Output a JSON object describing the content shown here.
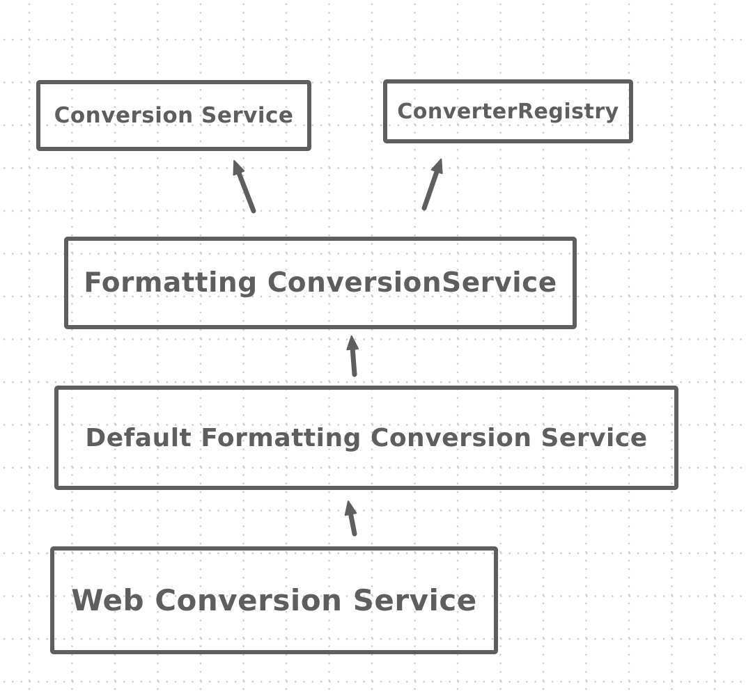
{
  "canvas": {
    "background_color": "#ffffff",
    "grid_dot_color": "#c9c9c9",
    "stroke_color": "#5e5e5e"
  },
  "diagram": {
    "nodes": [
      {
        "id": "conversion-service",
        "label": "Conversion Service"
      },
      {
        "id": "converter-registry",
        "label": "ConverterRegistry"
      },
      {
        "id": "formatting-conversion-service",
        "label": "Formatting ConversionService"
      },
      {
        "id": "default-formatting-conversion-service",
        "label": "Default Formatting Conversion Service"
      },
      {
        "id": "web-conversion-service",
        "label": "Web Conversion Service"
      }
    ],
    "edges": [
      {
        "from": "formatting-conversion-service",
        "to": "conversion-service"
      },
      {
        "from": "formatting-conversion-service",
        "to": "converter-registry"
      },
      {
        "from": "default-formatting-conversion-service",
        "to": "formatting-conversion-service"
      },
      {
        "from": "web-conversion-service",
        "to": "default-formatting-conversion-service"
      }
    ]
  }
}
